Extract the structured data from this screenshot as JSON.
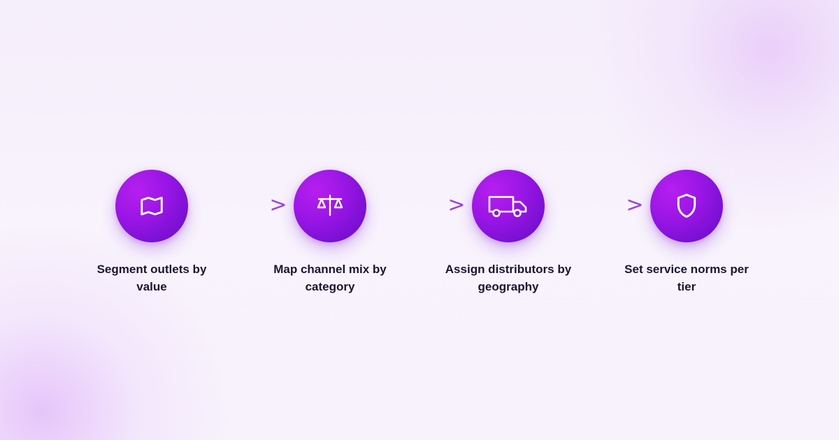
{
  "steps": [
    {
      "icon": "map-icon",
      "label": "Segment outlets by value"
    },
    {
      "icon": "scale-icon",
      "label": "Map channel mix by category"
    },
    {
      "icon": "truck-icon",
      "label": "Assign distributors by geography"
    },
    {
      "icon": "shield-icon",
      "label": "Set service norms per tier"
    }
  ],
  "connector_glyph": ">",
  "colors": {
    "circle": "#9a16e6",
    "connector": "#9b47d9",
    "label": "#1b1530",
    "background": "#f6f0fb"
  }
}
